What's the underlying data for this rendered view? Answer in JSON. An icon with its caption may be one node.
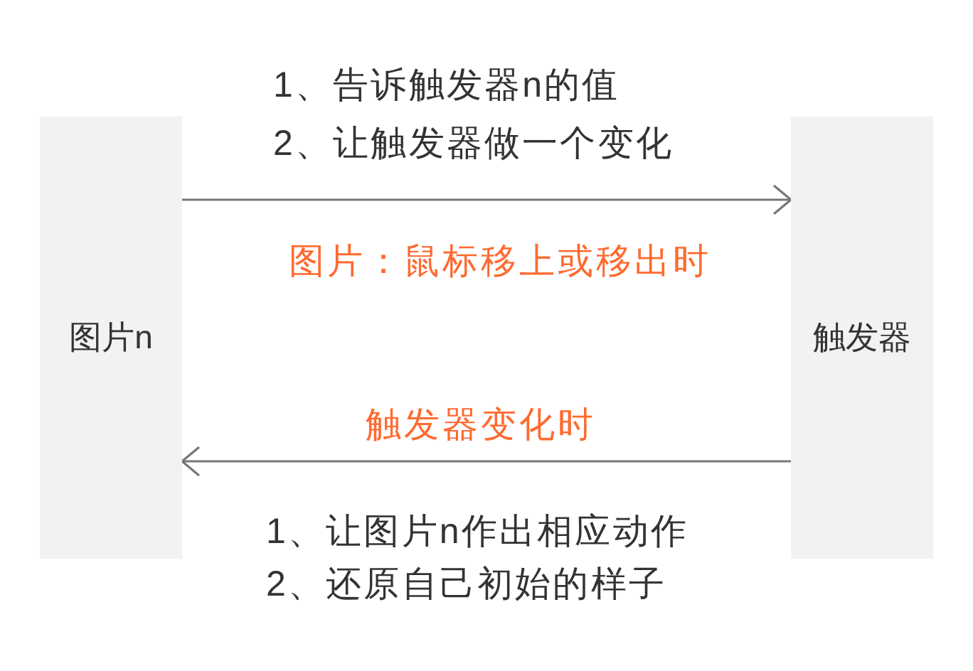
{
  "diagram": {
    "nodes": [
      {
        "text": [
          "图片n"
        ]
      },
      {
        "text": [
          "触发器"
        ]
      }
    ],
    "edges": [
      {
        "from": 0,
        "to": 1,
        "arrow": "to",
        "label": "图片：鼠标移上或移出时"
      },
      {
        "from": 1,
        "to": 0,
        "arrow": "to",
        "label": "触发器变化时"
      }
    ],
    "labels": [
      "1、告诉触发器n的值",
      "2、让触发器做一个变化",
      "1、让图片n作出相应动作",
      "2、还原自己初始的样子"
    ]
  }
}
